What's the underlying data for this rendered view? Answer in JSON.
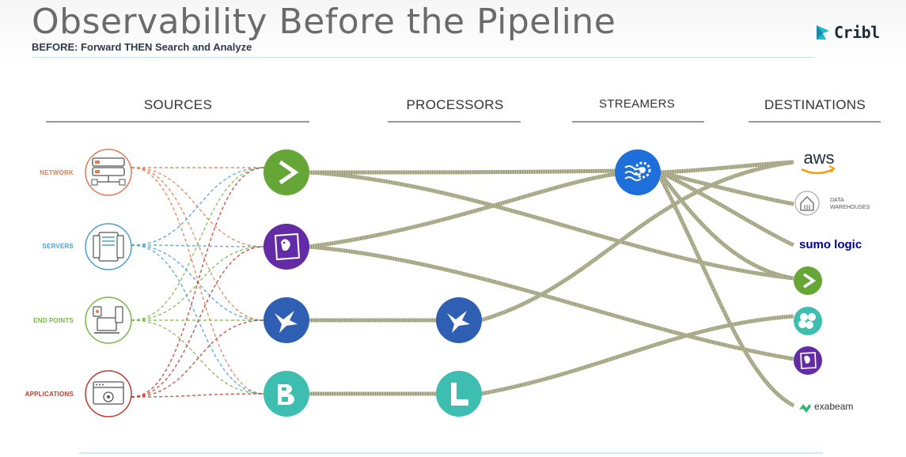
{
  "header": {
    "title": "Observability Before the Pipeline",
    "subtitle": "BEFORE: Forward THEN Search and Analyze",
    "brand": "Cribl"
  },
  "columns": {
    "sources": "SOURCES",
    "processors": "PROCESSORS",
    "streamers": "STREAMERS",
    "destinations": "DESTINATIONS"
  },
  "sources": [
    {
      "label": "NETWORK",
      "color": "#e07b53"
    },
    {
      "label": "SERVERS",
      "color": "#4a9fd1"
    },
    {
      "label": "END POINTS",
      "color": "#7ab648"
    },
    {
      "label": "APPLICATIONS",
      "color": "#c0392b"
    }
  ],
  "destinations": {
    "aws": "aws",
    "data_warehouses_line1": "DATA",
    "data_warehouses_line2": "WAREHOUSES",
    "sumo": "sumo logic",
    "exabeam": "exabeam"
  },
  "colors": {
    "title": "#6b6b6b",
    "splunk_green": "#65a637",
    "datadog_purple": "#632ca6",
    "cribl_blue": "#2f5fb3",
    "elastic_teal": "#3ebeb0",
    "streamer_blue": "#1e6fd9",
    "sumo_navy": "#000099",
    "exabeam_green": "#2bb673",
    "aws_orange": "#ff9900"
  }
}
